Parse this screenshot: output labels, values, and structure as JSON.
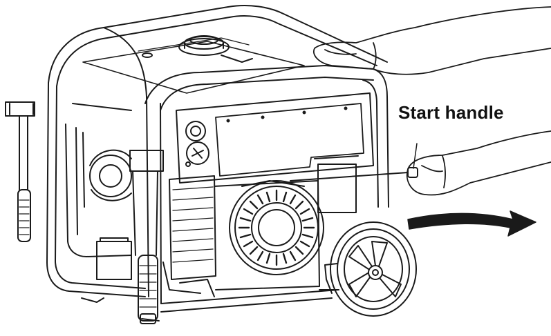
{
  "figure": {
    "callout_label": "Start handle",
    "line_color": "#1a1a1a",
    "icons": [
      "generator-illustration",
      "hand-illustration",
      "pull-direction-arrow"
    ]
  }
}
